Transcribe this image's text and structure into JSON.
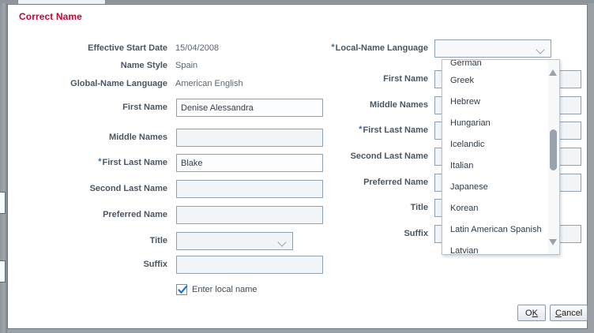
{
  "dialog": {
    "title": "Correct Name"
  },
  "left_column": {
    "readonly_fields": [
      {
        "label": "Effective Start Date",
        "value": "15/04/2008"
      },
      {
        "label": "Name Style",
        "value": "Spain"
      },
      {
        "label": "Global-Name Language",
        "value": "American English"
      }
    ],
    "fields": [
      {
        "label": "First Name",
        "value": "Denise Alessandra",
        "required": false,
        "type": "text"
      },
      {
        "label": "Middle Names",
        "value": "",
        "required": false,
        "type": "text"
      },
      {
        "label": "First Last Name",
        "value": "Blake",
        "required": true,
        "type": "text"
      },
      {
        "label": "Second Last Name",
        "value": "",
        "required": false,
        "type": "text"
      },
      {
        "label": "Preferred Name",
        "value": "",
        "required": false,
        "type": "text"
      },
      {
        "label": "Title",
        "value": "",
        "required": false,
        "type": "select"
      },
      {
        "label": "Suffix",
        "value": "",
        "required": false,
        "type": "text"
      }
    ],
    "checkbox": {
      "label": "Enter local name",
      "checked": true
    }
  },
  "right_column": {
    "fields": [
      {
        "label": "Local-Name Language",
        "value": "",
        "required": true,
        "type": "select"
      },
      {
        "label": "First Name",
        "value": "",
        "required": false,
        "type": "text"
      },
      {
        "label": "Middle Names",
        "value": "",
        "required": false,
        "type": "text"
      },
      {
        "label": "First Last Name",
        "value": "",
        "required": true,
        "type": "text"
      },
      {
        "label": "Second Last Name",
        "value": "",
        "required": false,
        "type": "text"
      },
      {
        "label": "Preferred Name",
        "value": "",
        "required": false,
        "type": "text"
      },
      {
        "label": "Title",
        "value": "",
        "required": false,
        "type": "select"
      },
      {
        "label": "Suffix",
        "value": "",
        "required": false,
        "type": "text"
      }
    ]
  },
  "language_dropdown": {
    "open": true,
    "selected": "",
    "options": [
      "German",
      "Greek",
      "Hebrew",
      "Hungarian",
      "Icelandic",
      "Italian",
      "Japanese",
      "Korean",
      "Latin American Spanish",
      "Latvian"
    ],
    "scrollbar": {
      "up_arrow": "scroll-up-arrow",
      "down_arrow": "scroll-down-arrow"
    }
  },
  "footer": {
    "ok": {
      "prefix": "O",
      "accesskey": "K",
      "suffix": ""
    },
    "cancel": {
      "prefix": "",
      "accesskey": "C",
      "suffix": "ancel"
    }
  },
  "colors": {
    "title_red": "#cc0033",
    "required_blue": "#3a6ea5",
    "label_gray": "#4a5562",
    "field_border": "#8fa0b0"
  }
}
